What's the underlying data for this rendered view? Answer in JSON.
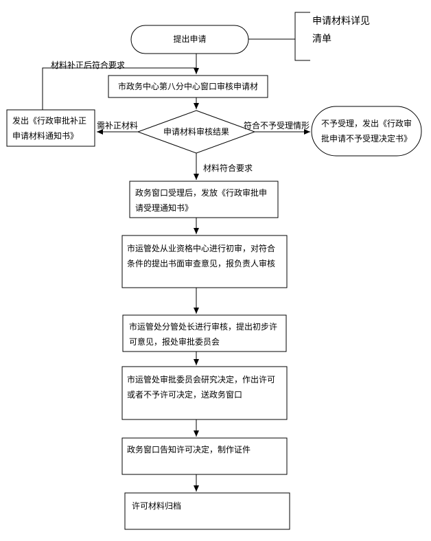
{
  "diagram": {
    "start": "提出申请",
    "note_line1": "申请材料详见",
    "note_line2": "清单",
    "loop_label": "材料补正后符合要求",
    "step1": "市政务中心第八分中心窗口审核申请材",
    "decision": "申请材料审核结果",
    "left_label": "需补正材料",
    "left_box_line1": "发出《行政审批补正",
    "left_box_line2": "申请材料通知书》",
    "right_label": "符合不予受理情形",
    "right_box_line1": "不予受理，发出《行政审",
    "right_box_line2": "批申请不予受理决定书》",
    "down_label": "材料符合要求",
    "step2_line1": "政务窗口受理后，发放《行政审批申",
    "step2_line2": "请受理通知书》",
    "step3_line1": "市运管处从业资格中心进行初审，对符合",
    "step3_line2": "条件的提出书面审查意见，报负责人审核",
    "step4_line1": "市运管处分管处长进行审核，提出初步许",
    "step4_line2": "可意见，报处审批委员会",
    "step5_line1": "市运管处审批委员会研究决定，作出许可",
    "step5_line2": "或者不予许可决定，送政务窗口",
    "step6": "政务窗口告知许可决定，制作证件",
    "step7": "许可材料归档"
  }
}
